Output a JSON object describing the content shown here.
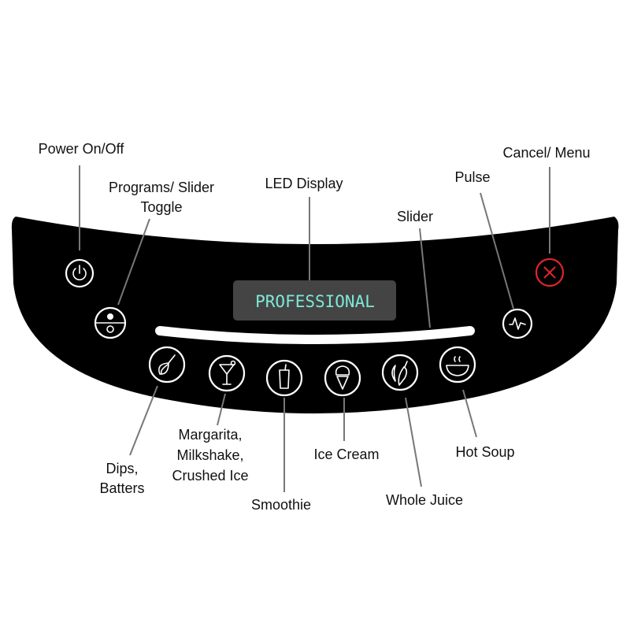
{
  "labels": {
    "power": "Power On/Off",
    "programs_line1": "Programs/ Slider",
    "programs_line2": "Toggle",
    "led": "LED Display",
    "slider": "Slider",
    "pulse": "Pulse",
    "cancel": "Cancel/ Menu",
    "dips_line1": "Dips,",
    "dips_line2": "Batters",
    "margarita_line1": "Margarita,",
    "margarita_line2": "Milkshake,",
    "margarita_line3": "Crushed Ice",
    "smoothie": "Smoothie",
    "icecream": "Ice Cream",
    "juice": "Whole Juice",
    "soup": "Hot Soup"
  },
  "display": {
    "text": "PROFESSIONAL"
  },
  "colors": {
    "panel": "#000000",
    "display_bg": "#444444",
    "display_text": "#7fe8d8",
    "cancel": "#e0262b"
  }
}
